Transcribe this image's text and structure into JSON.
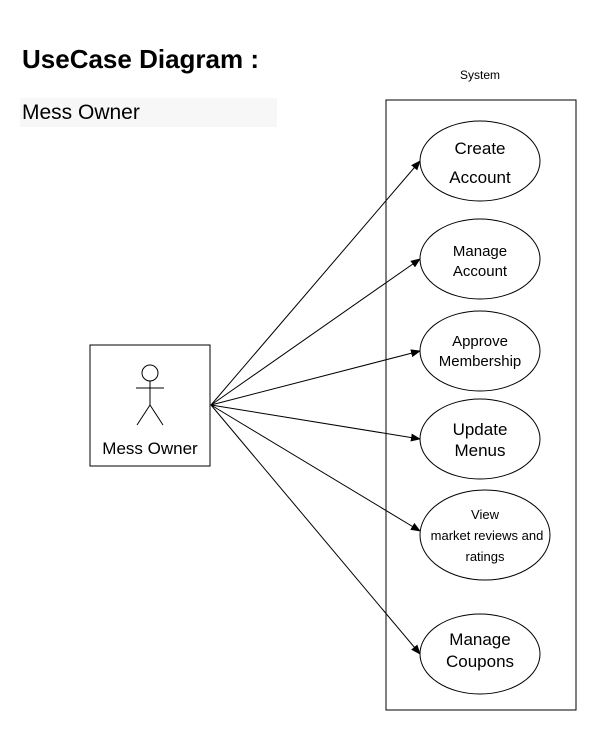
{
  "heading": "UseCase Diagram :",
  "subheading": "Mess Owner",
  "system": {
    "label": "System"
  },
  "actor": {
    "name": "Mess Owner"
  },
  "use_cases": [
    {
      "id": "create-account",
      "lines": [
        "Create",
        "Account"
      ]
    },
    {
      "id": "manage-account",
      "lines": [
        "Manage",
        "Account"
      ]
    },
    {
      "id": "approve-membership",
      "lines": [
        "Approve",
        "Membership"
      ]
    },
    {
      "id": "update-menus",
      "lines": [
        "Update",
        "Menus"
      ]
    },
    {
      "id": "view-market-reviews-and-ratings",
      "lines": [
        "View",
        "market reviews and",
        "ratings"
      ]
    },
    {
      "id": "manage-coupons",
      "lines": [
        "Manage",
        "Coupons"
      ]
    }
  ],
  "colors": {
    "stroke": "#000000",
    "fill": "#ffffff",
    "subheading_bg": "#f7f7f7"
  }
}
